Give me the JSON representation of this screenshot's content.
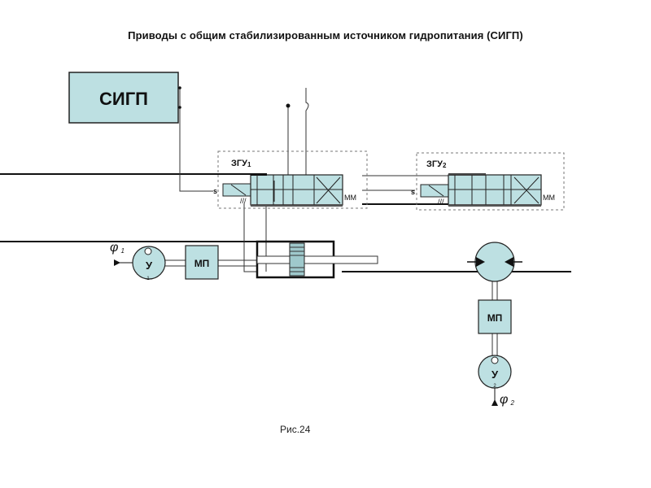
{
  "title": "Приводы с общим стабилизированным источником гидропитания (СИГП)",
  "caption": "Рис.24",
  "colors": {
    "fill": "#bde0e2",
    "line": "#111111",
    "dashed": "#666666"
  },
  "blocks": {
    "source": {
      "label": "СИГП"
    },
    "valve1": {
      "label": "ЗГУ",
      "sub": "1"
    },
    "valve2": {
      "label": "ЗГУ",
      "sub": "2"
    },
    "mp1": {
      "label": "МП"
    },
    "mp2": {
      "label": "МП"
    },
    "amp1": {
      "label": "У",
      "sub": "1"
    },
    "amp2": {
      "label": "У",
      "sub": "2"
    },
    "phi1": {
      "label": "φ",
      "sub": "1"
    },
    "phi2": {
      "label": "φ",
      "sub": "2"
    }
  }
}
